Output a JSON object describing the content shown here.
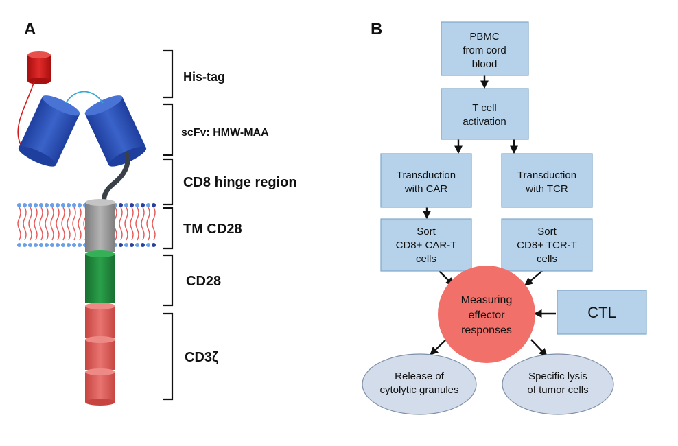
{
  "panels": {
    "a": "A",
    "b": "B"
  },
  "panel_a": {
    "his_tag": "His-tag",
    "scfv": "scFv: HMW-MAA",
    "hinge": "CD8 hinge region",
    "tm": "TM CD28",
    "cd28": "CD28",
    "cd3z": "CD3ζ",
    "colors": {
      "his_tag": "#d41b1b",
      "scfv": "#2a4fb0",
      "transmembrane": "#9a9a9a",
      "cd28": "#1f8a3c",
      "cd3z": "#d9534f",
      "membrane_head_red": "#e0302e",
      "membrane_head_blue": "#2a3f9c"
    }
  },
  "panel_b": {
    "pbmc": [
      "PBMC",
      "from cord",
      "blood"
    ],
    "activation": [
      "T cell",
      "activation"
    ],
    "transduction_car": [
      "Transduction",
      "with CAR"
    ],
    "transduction_tcr": [
      "Transduction",
      "with TCR"
    ],
    "sort_car": [
      "Sort",
      "CD8+ CAR-T",
      "cells"
    ],
    "sort_tcr": [
      "Sort",
      "CD8+ TCR-T",
      "cells"
    ],
    "measuring": [
      "Measuring",
      "effector",
      "responses"
    ],
    "ctl": "CTL",
    "release": [
      "Release of",
      "cytolytic granules"
    ],
    "lysis": [
      "Specific lysis",
      "of tumor cells"
    ],
    "colors": {
      "box_fill": "#b6d2ea",
      "box_stroke": "#7ea6c9",
      "circle_fill": "#f2706a",
      "ellipse_fill": "#d3dcea"
    }
  }
}
